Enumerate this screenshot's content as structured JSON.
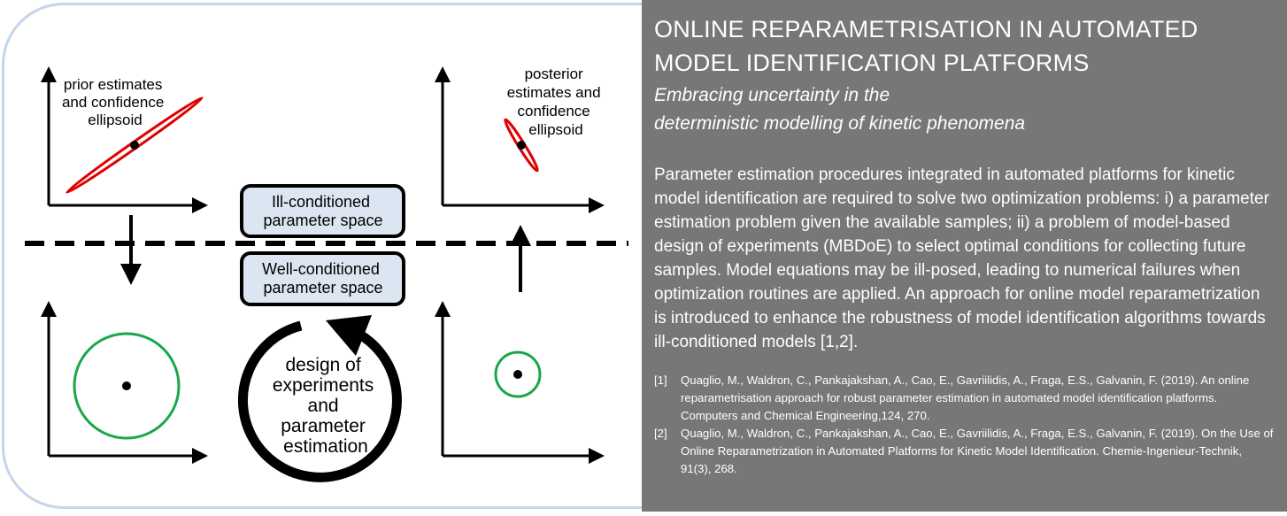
{
  "diagram": {
    "prior_label": [
      "prior estimates",
      "and confidence",
      "ellipsoid"
    ],
    "posterior_label": [
      "posterior",
      "estimates and",
      "confidence",
      "ellipsoid"
    ],
    "ill_box": [
      "Ill-conditioned",
      "parameter space"
    ],
    "well_box": [
      "Well-conditioned",
      "parameter space"
    ],
    "cycle_label": [
      "design of",
      "experiments",
      "and",
      "parameter",
      "estimation"
    ],
    "colors": {
      "ellipse": "#e00000",
      "circle": "#1aa64a",
      "box_fill": "#dce6f2",
      "panel": "#777777",
      "border": "#c6d5ec"
    }
  },
  "panel": {
    "title": [
      "ONLINE REPARAMETRISATION IN AUTOMATED",
      "MODEL IDENTIFICATION PLATFORMS"
    ],
    "subtitle": [
      "Embracing uncertainty in the",
      "deterministic modelling of kinetic phenomena"
    ],
    "body": "Parameter estimation procedures integrated in automated platforms for kinetic model identification are required to solve two optimization problems: i) a parameter estimation problem given the available samples; ii) a problem of model-based design of experiments (MBDoE) to select optimal conditions for collecting future samples. Model equations may be ill-posed, leading to numerical failures when optimization routines are applied. An approach for online model reparametrization is introduced to enhance the robustness of model identification algorithms towards ill-conditioned models [1,2].",
    "references": [
      {
        "num": "[1]",
        "text": "Quaglio, M., Waldron, C., Pankajakshan, A., Cao, E., Gavriilidis, A., Fraga, E.S., Galvanin, F. (2019). An online reparametrisation approach for robust parameter estimation in automated model identification platforms. Computers and Chemical Engineering,124, 270."
      },
      {
        "num": "[2]",
        "text": "Quaglio, M., Waldron, C., Pankajakshan, A., Cao, E., Gavriilidis, A., Fraga, E.S., Galvanin, F. (2019). On the Use of Online Reparametrization in Automated Platforms for Kinetic Model Identification. Chemie-Ingenieur-Technik, 91(3), 268."
      }
    ]
  }
}
